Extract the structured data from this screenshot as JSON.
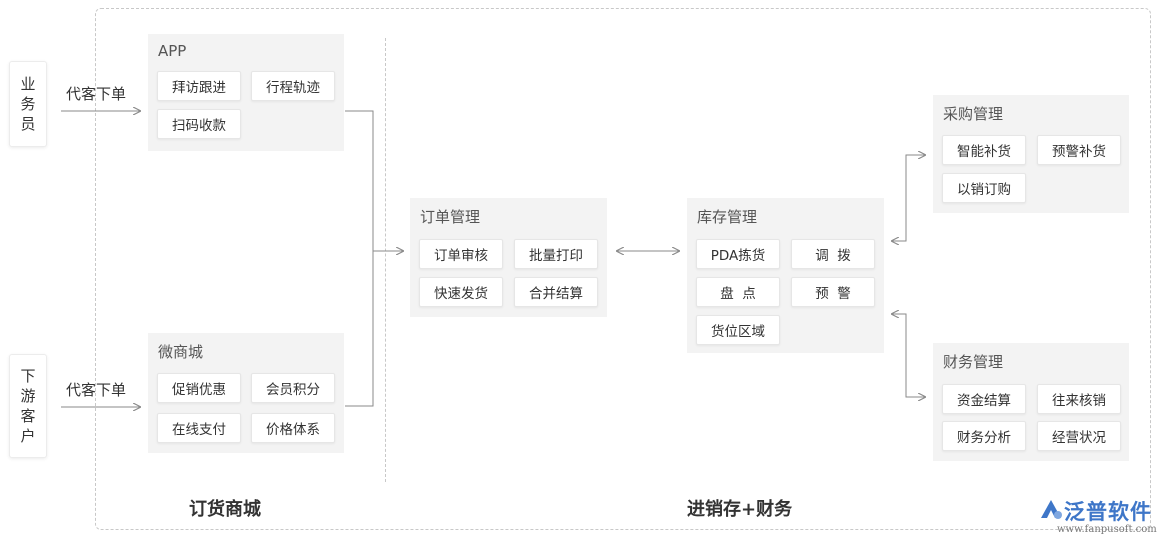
{
  "actors": {
    "salesman": "业\n务\n员",
    "customer": "下\n游\n客\n户"
  },
  "edges": {
    "salesman_order": "代客下单",
    "customer_order": "代客下单"
  },
  "panels": {
    "app": {
      "title": "APP",
      "chips": [
        "拜访跟进",
        "行程轨迹",
        "扫码收款"
      ]
    },
    "wechat_mall": {
      "title": "微商城",
      "chips": [
        "促销优惠",
        "会员积分",
        "在线支付",
        "价格体系"
      ]
    },
    "order_mgmt": {
      "title": "订单管理",
      "chips": [
        "订单审核",
        "批量打印",
        "快速发货",
        "合并结算"
      ]
    },
    "inventory_mgmt": {
      "title": "库存管理",
      "chips": [
        "PDA拣货",
        "调  拨",
        "盘  点",
        "预  警",
        "货位区域"
      ]
    },
    "purchase_mgmt": {
      "title": "采购管理",
      "chips": [
        "智能补货",
        "预警补货",
        "以销订购"
      ]
    },
    "finance_mgmt": {
      "title": "财务管理",
      "chips": [
        "资金结算",
        "往来核销",
        "财务分析",
        "经营状况"
      ]
    }
  },
  "sections": {
    "ordering_mall": "订货商城",
    "erp_finance": "进销存+财务"
  },
  "logo": {
    "name": "泛普软件",
    "url": "www.fanpusoft.com"
  },
  "colors": {
    "panel_bg": "#f3f3f3",
    "line": "#8a8a8a",
    "logo_blue": "#3e76c8"
  }
}
